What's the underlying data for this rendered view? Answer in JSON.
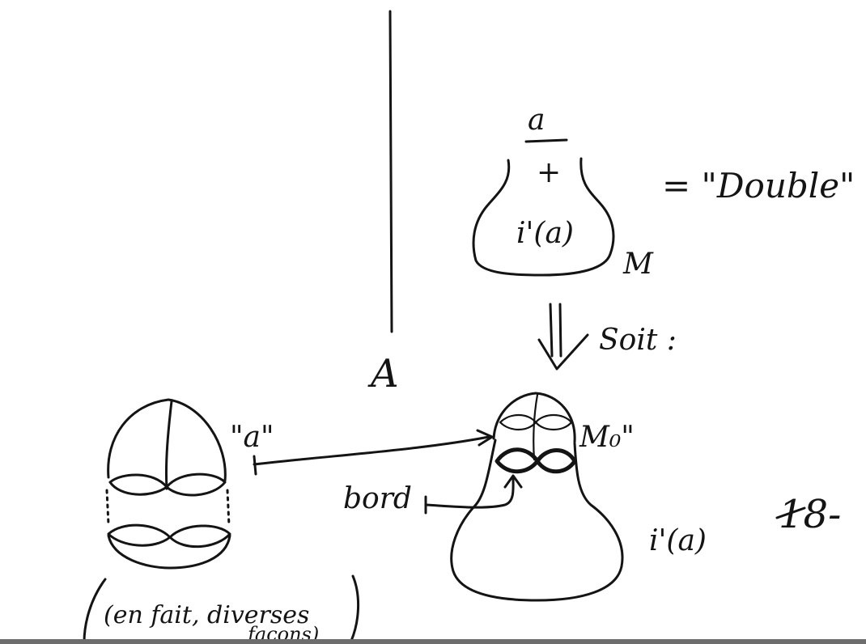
{
  "labels": {
    "fraction_top": "a",
    "fraction_plus": "+",
    "fraction_bottom": "i'(a)",
    "double": "= \"Double\"",
    "manifold_label": "M",
    "implies": "⇓ Soit :",
    "set_label": "A",
    "a_quoted": "\"a\"",
    "m0_label": "M₀\"",
    "bord_label": "bord",
    "i_a_label": "i'(a)",
    "page_number": "18-",
    "parenthetical_line1": "(en fait, diverses",
    "parenthetical_line2": "façons)"
  },
  "colors": {
    "ink": "#141414",
    "paper": "#ffffff",
    "scan_edge": "#6d6d6d"
  }
}
